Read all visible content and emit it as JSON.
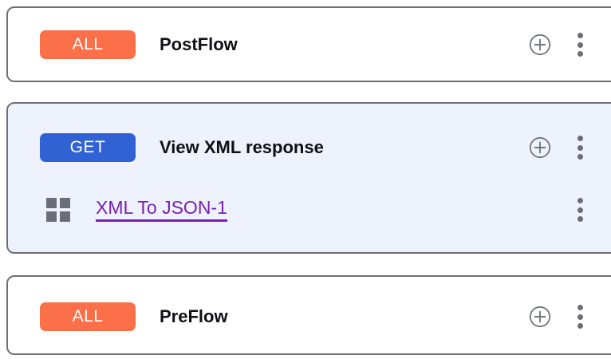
{
  "theme": {
    "page_background": "#ffffff",
    "card_border": "#6e7079",
    "card_selected_background": "#eef2fd",
    "badge_all_color": "#fb7049",
    "badge_get_color": "#3062d4",
    "title_color": "#101014",
    "policy_link_color": "#7b20b2",
    "icon_gray": "#6b6d75"
  },
  "flows": [
    {
      "id": "postflow",
      "method": "ALL",
      "method_type": "all",
      "title": "PostFlow",
      "selected": false,
      "add_icon": "plus-circle-icon",
      "menu_icon": "kebab-menu-icon",
      "steps": []
    },
    {
      "id": "viewxml",
      "method": "GET",
      "method_type": "get",
      "title": "View XML response",
      "selected": true,
      "add_icon": "plus-circle-icon",
      "menu_icon": "kebab-menu-icon",
      "steps": [
        {
          "id": "xml-to-json-1",
          "label": "XML To JSON-1",
          "icon": "policy-grid-icon",
          "menu_icon": "kebab-menu-icon"
        }
      ]
    },
    {
      "id": "preflow",
      "method": "ALL",
      "method_type": "all",
      "title": "PreFlow",
      "selected": false,
      "add_icon": "plus-circle-icon",
      "menu_icon": "kebab-menu-icon",
      "steps": []
    }
  ]
}
